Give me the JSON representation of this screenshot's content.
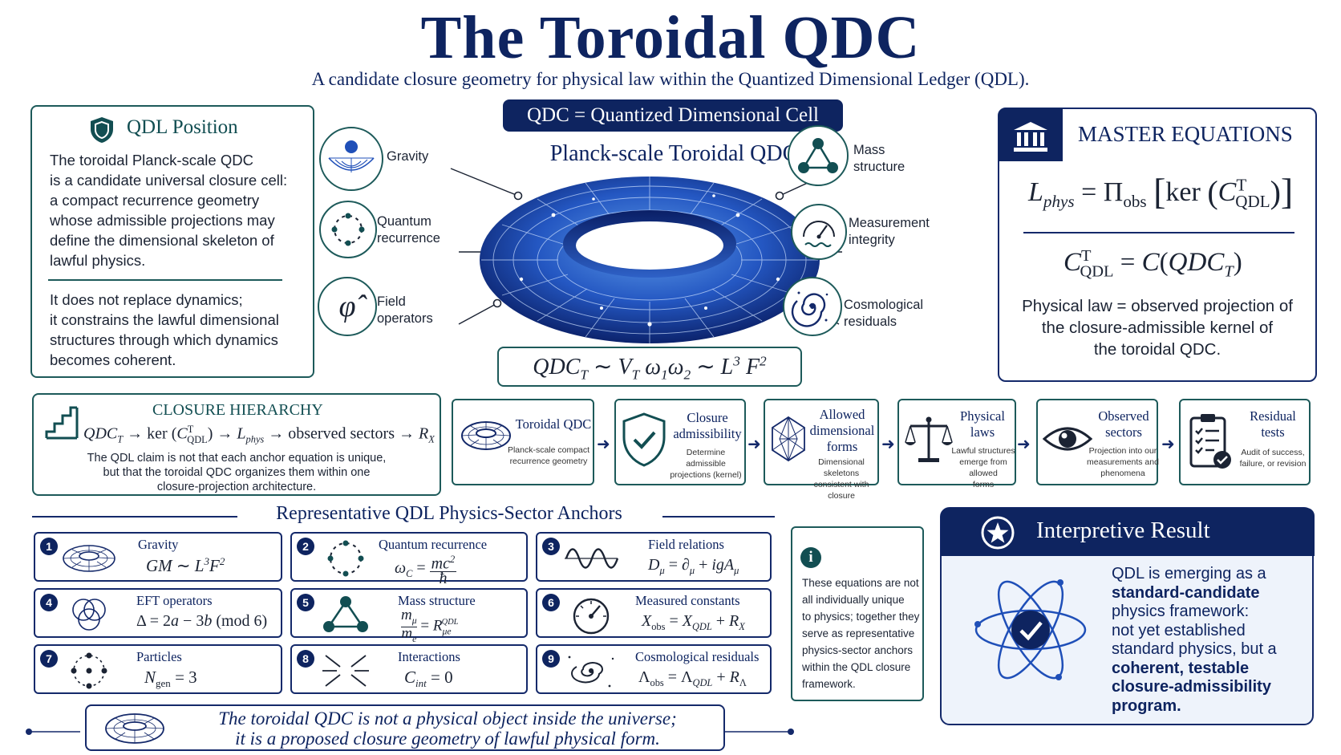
{
  "header": {
    "title": "The Toroidal QDC",
    "subtitle": "A candidate closure geometry for physical law within the Quantized Dimensional Ledger (QDL)."
  },
  "qdl_position": {
    "heading": "QDL Position",
    "lines1": [
      "The toroidal Planck-scale QDC",
      "is a candidate universal closure cell:",
      "a compact recurrence geometry",
      "whose admissible projections may",
      "define the dimensional skeleton of",
      "lawful physics."
    ],
    "lines2": [
      "It does not replace dynamics;",
      "it constrains the lawful dimensional",
      "structures through which dynamics",
      "becomes coherent."
    ]
  },
  "center": {
    "pill": "QDC = Quantized Dimensional Cell",
    "heading": "Planck-scale Toroidal QDC",
    "left_features": [
      {
        "icon": "gravity-well-icon",
        "lines": [
          "Gravity"
        ]
      },
      {
        "icon": "quantum-recurrence-icon",
        "lines": [
          "Quantum",
          "recurrence"
        ]
      },
      {
        "icon": "field-operator-phi-icon",
        "lines": [
          "Field",
          "operators"
        ]
      }
    ],
    "right_features": [
      {
        "icon": "mass-structure-icon",
        "lines": [
          "Mass",
          "structure"
        ]
      },
      {
        "icon": "measurement-gauge-icon",
        "lines": [
          "Measurement",
          "integrity"
        ]
      },
      {
        "icon": "galaxy-icon",
        "lines": [
          "Cosmological",
          "residuals"
        ]
      }
    ],
    "phi_symbol": "φ̂",
    "torus_colors": {
      "dark": "#0a1f66",
      "mid": "#1f4fb8",
      "light": "#6aa8f2",
      "grid": "#cfe2ff"
    }
  },
  "master": {
    "heading": "MASTER EQUATIONS",
    "physical_law": [
      "Physical law = observed projection of",
      "the closure-admissible kernel of",
      "the toroidal QDC."
    ]
  },
  "hierarchy": {
    "heading": "CLOSURE HIERARCHY",
    "observed": "observed sectors",
    "lines": [
      "The QDL claim is not that each anchor equation is unique,",
      "but that the toroidal QDC organizes them within one",
      "closure-projection architecture."
    ]
  },
  "flow": [
    {
      "title": [
        "Toroidal QDC"
      ],
      "desc": [
        "Planck-scale compact",
        "recurrence geometry"
      ],
      "icon": "torus-icon"
    },
    {
      "title": [
        "Closure",
        "admissibility"
      ],
      "desc": [
        "Determine admissible",
        "projections (kernel)"
      ],
      "icon": "shield-check-icon"
    },
    {
      "title": [
        "Allowed",
        "dimensional",
        "forms"
      ],
      "desc": [
        "Dimensional skeletons",
        "consistent with closure"
      ],
      "icon": "polyhedron-icon"
    },
    {
      "title": [
        "Physical",
        "laws"
      ],
      "desc": [
        "Lawful structures",
        "emerge from allowed",
        "forms"
      ],
      "icon": "scales-icon"
    },
    {
      "title": [
        "Observed",
        "sectors"
      ],
      "desc": [
        "Projection into our",
        "measurements and",
        "phenomena"
      ],
      "icon": "eye-icon"
    },
    {
      "title": [
        "Residual",
        "tests"
      ],
      "desc": [
        "Audit of success,",
        "failure, or revision"
      ],
      "icon": "clipboard-check-icon"
    }
  ],
  "anchors": {
    "heading": "Representative QDL Physics-Sector Anchors",
    "items": [
      {
        "n": "1",
        "name": "Gravity",
        "icon": "torus-icon"
      },
      {
        "n": "2",
        "name": "Quantum recurrence",
        "icon": "quantum-recurrence-icon"
      },
      {
        "n": "3",
        "name": "Field relations",
        "icon": "wave-icon"
      },
      {
        "n": "4",
        "name": "EFT operators",
        "icon": "venn-icon"
      },
      {
        "n": "5",
        "name": "Mass structure",
        "icon": "mass-structure-icon"
      },
      {
        "n": "6",
        "name": "Measured constants",
        "icon": "gauge-icon"
      },
      {
        "n": "7",
        "name": "Particles",
        "icon": "particles-icon"
      },
      {
        "n": "8",
        "name": "Interactions",
        "icon": "interaction-icon"
      },
      {
        "n": "9",
        "name": "Cosmological residuals",
        "icon": "galaxy-icon"
      }
    ],
    "mod": "(mod 6)"
  },
  "info": {
    "symbol": "i",
    "lines": [
      "These equations are not",
      "all individually unique",
      "to physics; together they",
      "serve as representative",
      "physics-sector anchors",
      "within the QDL closure",
      "framework."
    ]
  },
  "interpretive": {
    "heading": "Interpretive Result",
    "lines": [
      {
        "t": "QDL is emerging as a",
        "b": false
      },
      {
        "t": "standard-candidate",
        "b": true
      },
      {
        "t": "physics framework:",
        "b": false
      },
      {
        "t": "not yet established",
        "b": false
      },
      {
        "t": "standard physics, but a",
        "b": false
      },
      {
        "t": "coherent, testable",
        "b": true
      },
      {
        "t": "closure-admissibility",
        "b": true
      },
      {
        "t": "program.",
        "b": true
      }
    ]
  },
  "footer": {
    "lines": [
      "The toroidal QDC is not a physical object inside the universe;",
      "it is a proposed closure geometry of lawful physical form."
    ]
  }
}
